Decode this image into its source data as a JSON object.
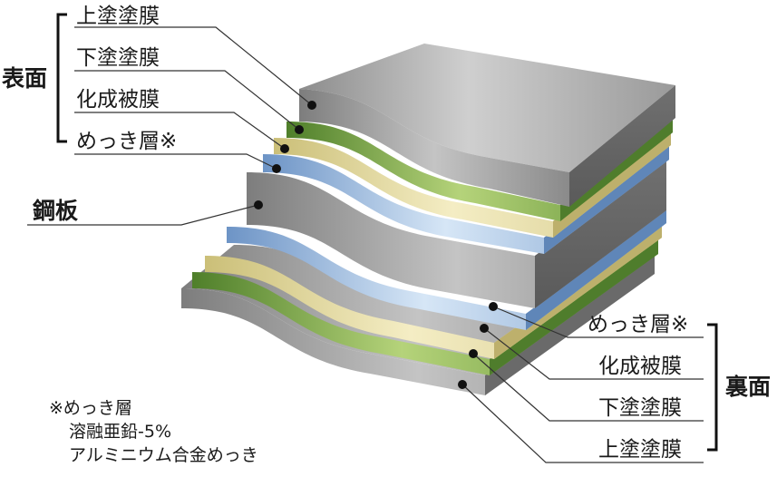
{
  "front": {
    "group_label": "表面",
    "layers": [
      "上塗塗膜",
      "下塗塗膜",
      "化成被膜",
      "めっき層※"
    ]
  },
  "core_label": "鋼板",
  "back": {
    "group_label": "裏面",
    "layers": [
      "めっき層※",
      "化成被膜",
      "下塗塗膜",
      "上塗塗膜"
    ]
  },
  "footnote": {
    "line1": "※めっき層",
    "line2": "溶融亜鉛-5%",
    "line3": "アルミニウム合金めっき"
  },
  "colors": {
    "steel": "#a8a8a8",
    "top_coat": "#a8a8a8",
    "primer": "#6a9a3a",
    "conversion_coating": "#e2d79a",
    "plating": "#8fb3de",
    "line": "#333333"
  }
}
